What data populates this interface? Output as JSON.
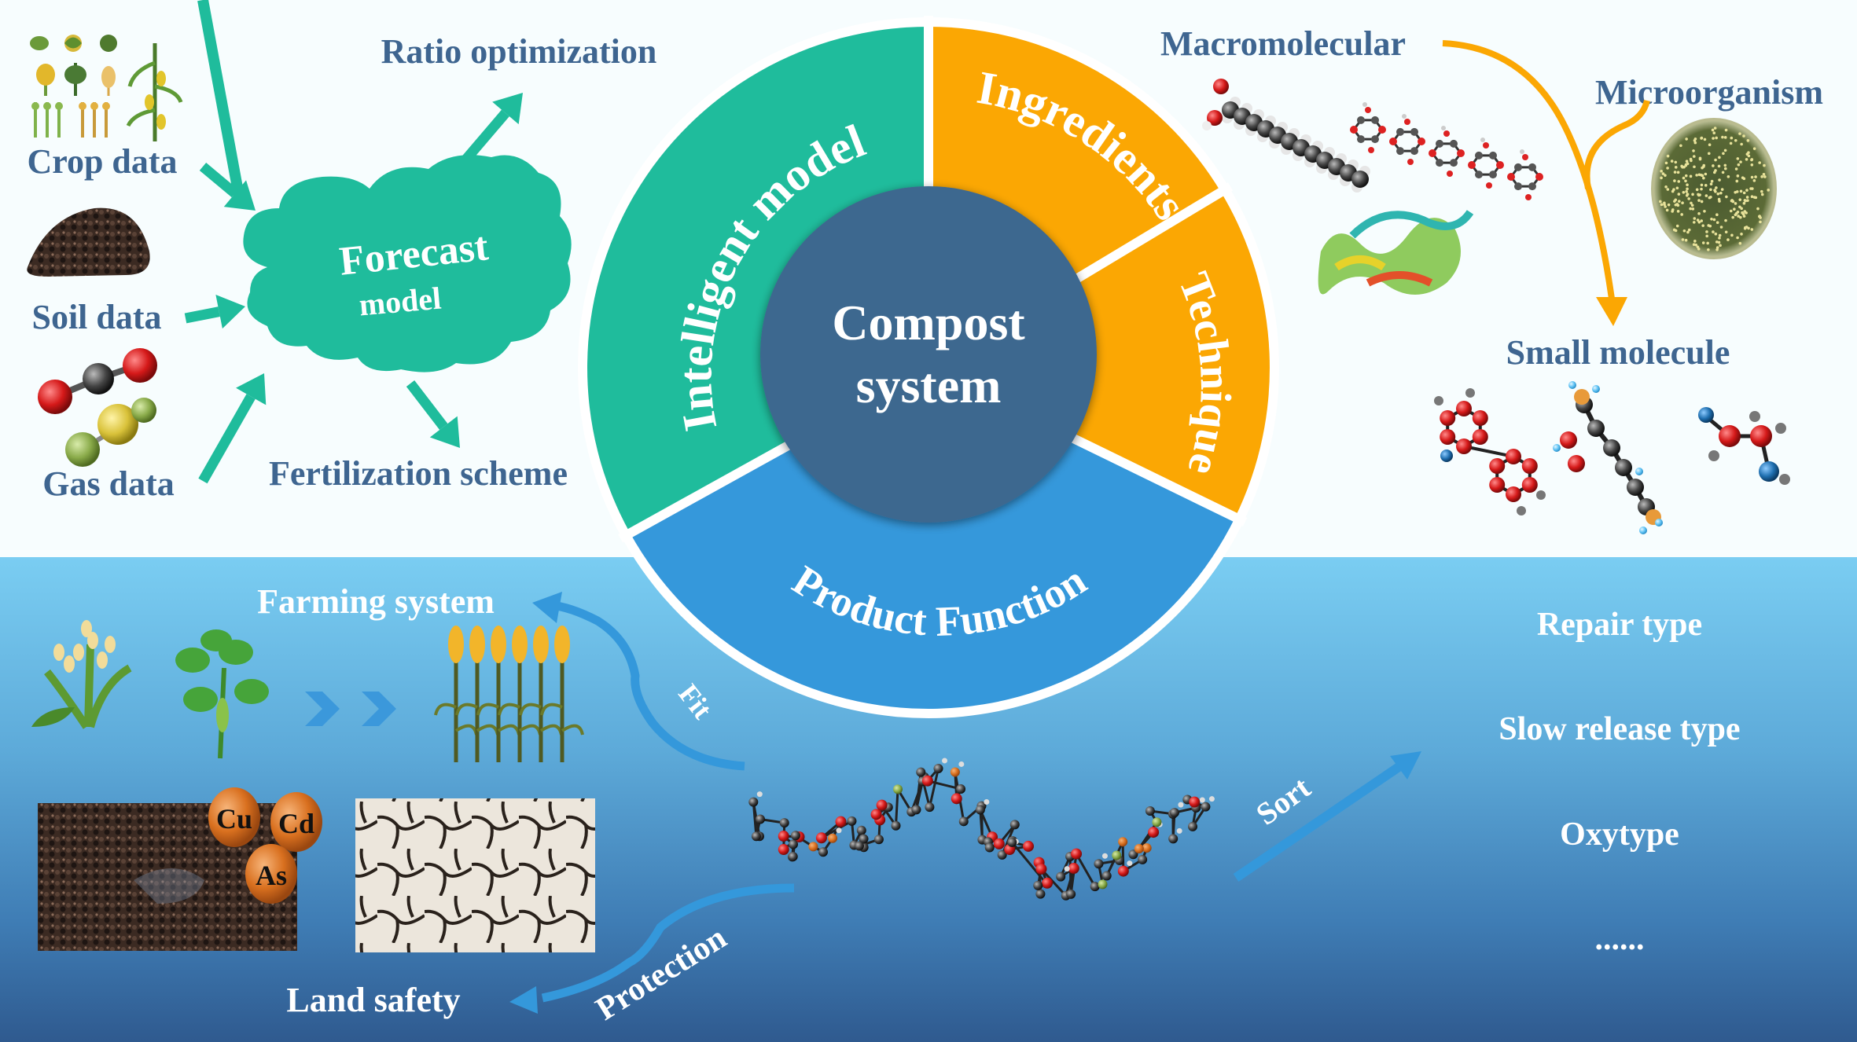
{
  "center": {
    "line1": "Compost",
    "line2": "system"
  },
  "ring": {
    "segments": [
      {
        "id": "intelligent-model",
        "label": "Intelligent  model",
        "color": "#1fbc9c"
      },
      {
        "id": "ingredients",
        "label": "Ingredients",
        "color": "#fba703"
      },
      {
        "id": "technique",
        "label": "Technique",
        "color": "#fba703"
      },
      {
        "id": "product-function",
        "label": "Product Function",
        "color": "#3598db"
      }
    ],
    "inner_color": "#3e678f"
  },
  "left_panel": {
    "inputs": [
      "Crop data",
      "Soil data",
      "Gas data"
    ],
    "cloud": {
      "line1": "Forecast",
      "line2": "model",
      "color": "#1fbc9c"
    },
    "outputs": [
      "Ratio optimization",
      "Fertilization scheme"
    ]
  },
  "right_panel": {
    "macro": "Macromolecular",
    "micro": "Microorganism",
    "small": "Small molecule",
    "arrow_color": "#fba703"
  },
  "bottom_panel": {
    "farming": "Farming system",
    "fit": "Fit",
    "protection": "Protection",
    "land_safety": "Land safety",
    "sort": "Sort",
    "metals": [
      "Cu",
      "Cd",
      "As"
    ],
    "types": [
      "Repair type",
      "Slow release type",
      "Oxytype",
      "......"
    ],
    "arrow_color": "#3498db"
  },
  "colors": {
    "label_dark": "#3e6590",
    "background_top": "#f7fdfe",
    "background_bottom_start": "#7acdf2",
    "background_bottom_end": "#2f5a8f"
  }
}
